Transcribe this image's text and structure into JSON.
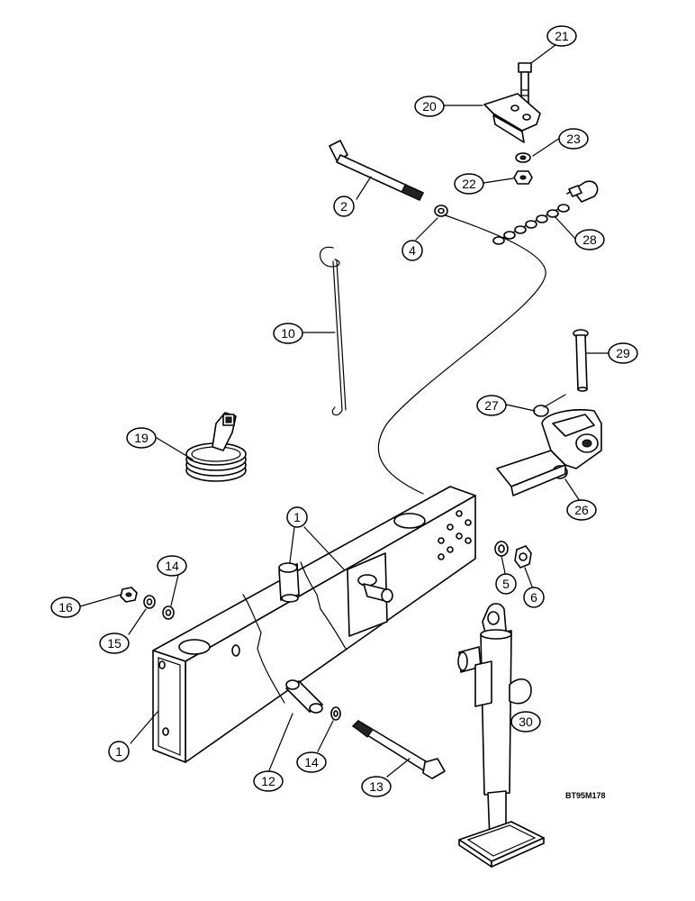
{
  "callouts": [
    {
      "label": "21"
    },
    {
      "label": "20"
    },
    {
      "label": "23"
    },
    {
      "label": "22"
    },
    {
      "label": "2"
    },
    {
      "label": "4"
    },
    {
      "label": "28"
    },
    {
      "label": "10"
    },
    {
      "label": "29"
    },
    {
      "label": "27"
    },
    {
      "label": "19"
    },
    {
      "label": "26"
    },
    {
      "label": "1"
    },
    {
      "label": "14"
    },
    {
      "label": "16"
    },
    {
      "label": "15"
    },
    {
      "label": "5"
    },
    {
      "label": "6"
    },
    {
      "label": "1"
    },
    {
      "label": "12"
    },
    {
      "label": "14"
    },
    {
      "label": "13"
    },
    {
      "label": "30"
    }
  ],
  "drawing_code": "BT95M178"
}
